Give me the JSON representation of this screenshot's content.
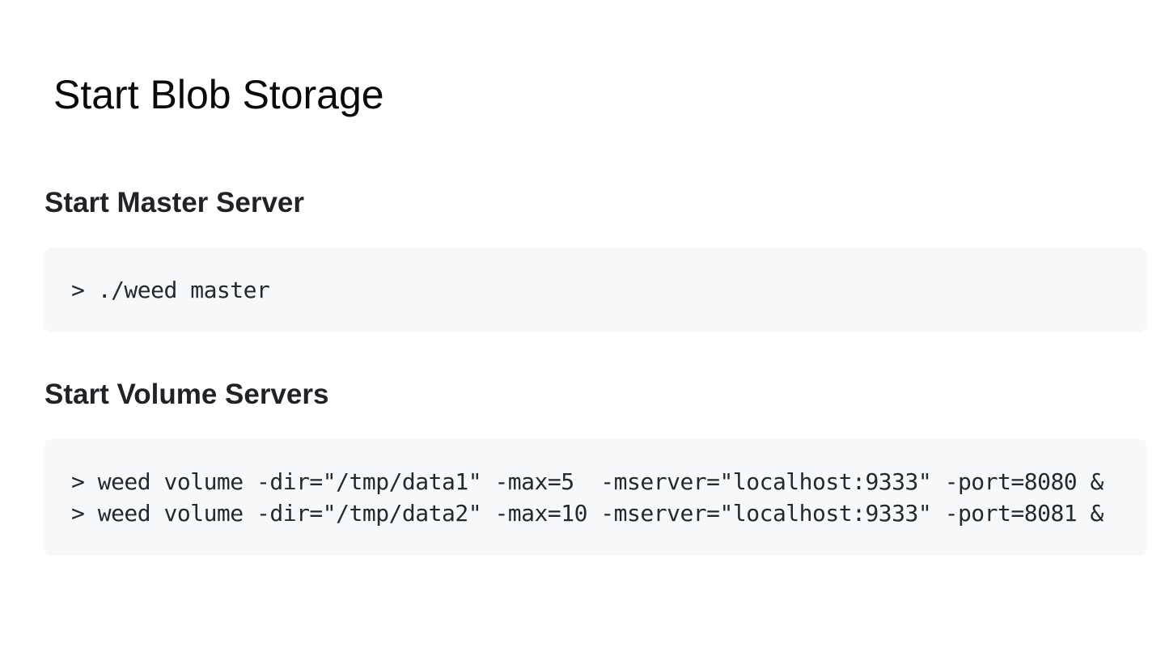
{
  "page": {
    "title": "Start Blob Storage"
  },
  "sections": [
    {
      "heading": "Start Master Server",
      "code_lines": [
        "> ./weed master"
      ]
    },
    {
      "heading": "Start Volume Servers",
      "code_lines": [
        "> weed volume -dir=\"/tmp/data1\" -max=5  -mserver=\"localhost:9333\" -port=8080 &",
        "> weed volume -dir=\"/tmp/data2\" -max=10 -mserver=\"localhost:9333\" -port=8081 &"
      ]
    }
  ],
  "colors": {
    "code_background": "#f6f8fa",
    "heading_text": "#1f2328",
    "code_text": "#24292f",
    "title_text": "#0a0a0a"
  }
}
